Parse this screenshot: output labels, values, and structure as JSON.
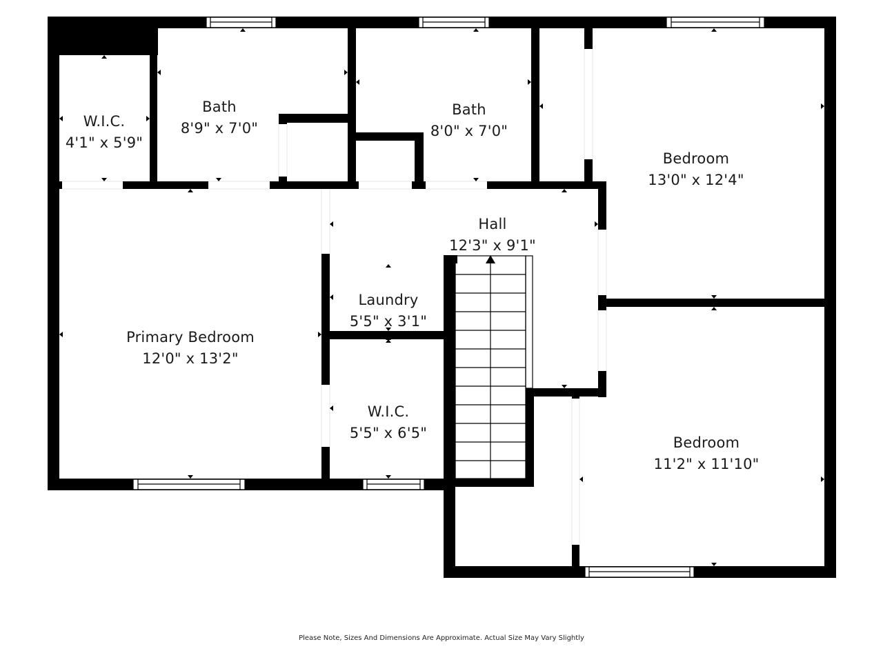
{
  "floorplan": {
    "rooms": [
      {
        "id": "wic-1",
        "name": "W.I.C.",
        "dims": "4'1\" x 5'9\""
      },
      {
        "id": "bath-1",
        "name": "Bath",
        "dims": "8'9\" x 7'0\""
      },
      {
        "id": "bath-2",
        "name": "Bath",
        "dims": "8'0\" x 7'0\""
      },
      {
        "id": "bedroom-1",
        "name": "Bedroom",
        "dims": "13'0\" x 12'4\""
      },
      {
        "id": "hall",
        "name": "Hall",
        "dims": "12'3\" x 9'1\""
      },
      {
        "id": "laundry",
        "name": "Laundry",
        "dims": "5'5\" x 3'1\""
      },
      {
        "id": "primary-bedroom",
        "name": "Primary Bedroom",
        "dims": "12'0\" x 13'2\""
      },
      {
        "id": "wic-2",
        "name": "W.I.C.",
        "dims": "5'5\" x 6'5\""
      },
      {
        "id": "bedroom-2",
        "name": "Bedroom",
        "dims": "11'2\" x 11'10\""
      }
    ],
    "colors": {
      "wall": "#000000",
      "floor": "#ffffff",
      "text": "#1a1a1a"
    }
  },
  "footer": {
    "disclaimer": "Please Note, Sizes And Dimensions Are Approximate. Actual Size May Vary Slightly"
  }
}
